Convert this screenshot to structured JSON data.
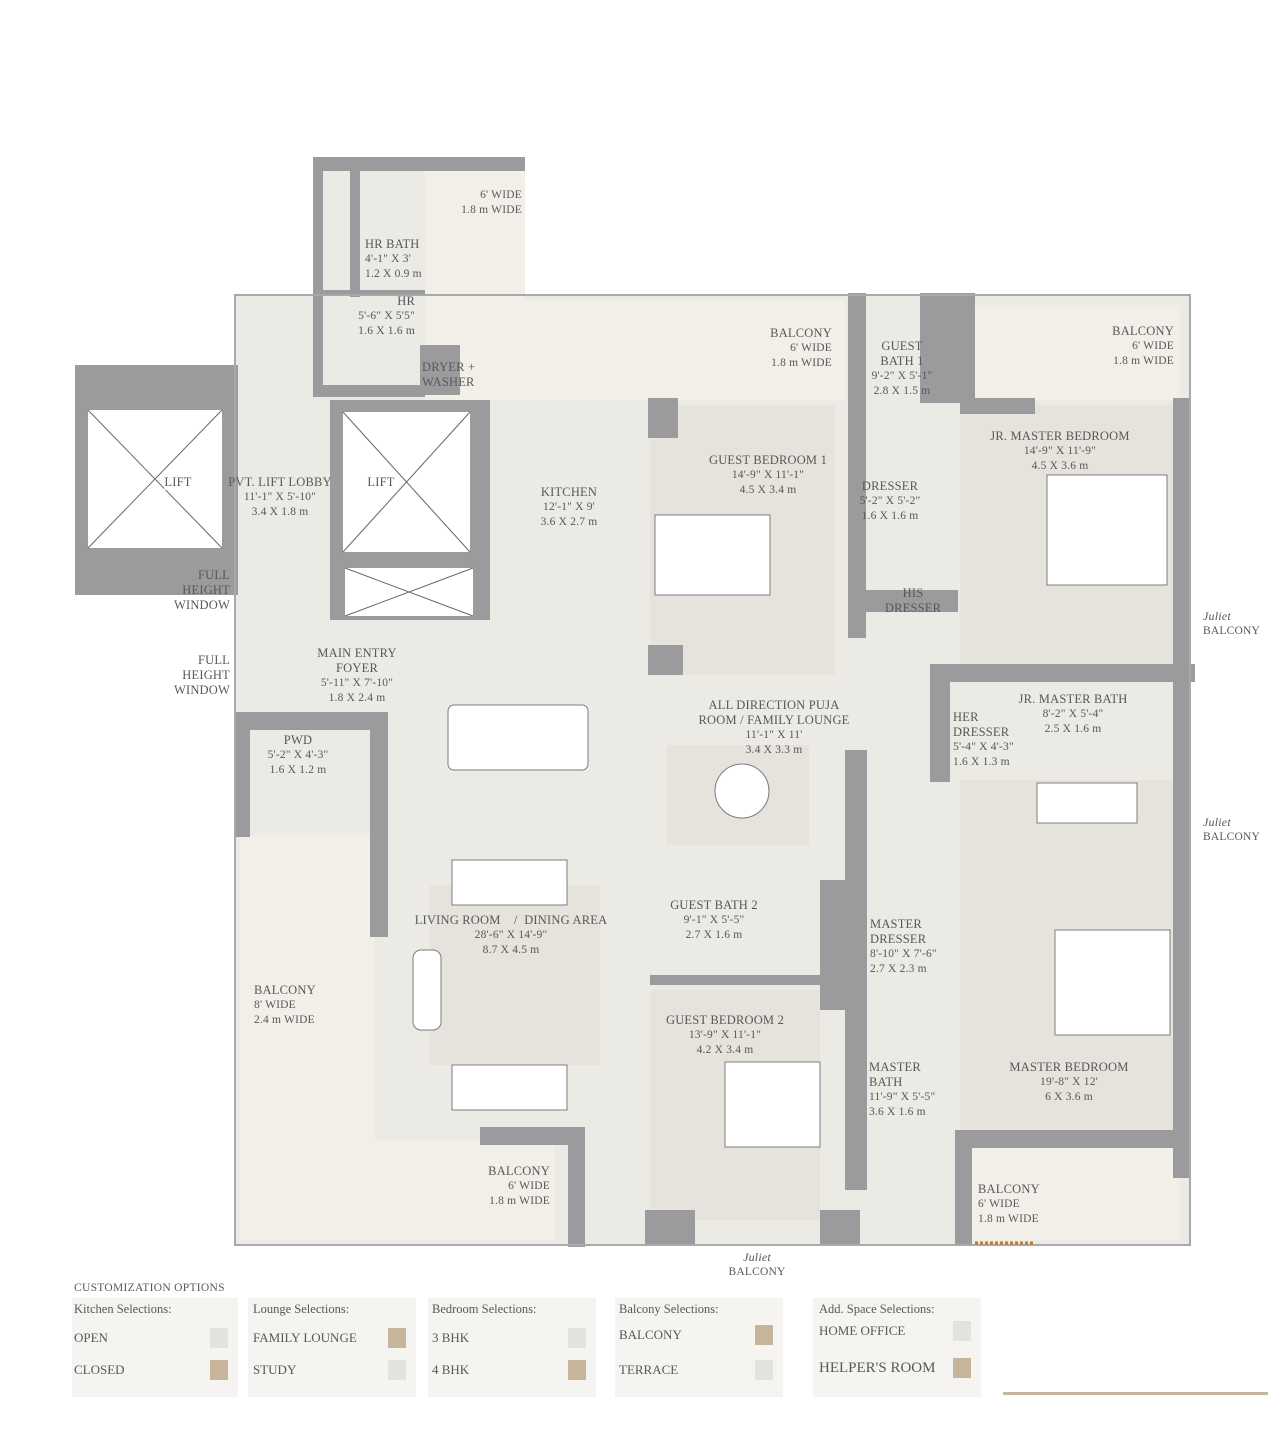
{
  "colors": {
    "wall": "#9b9a9c",
    "floor": "#eceae5",
    "balcony": "#f2efe9",
    "selected": "#c7b59b",
    "unselected": "#e3e2e0",
    "wood": "#e3d8cc"
  },
  "rooms": {
    "hr_bath": {
      "name": "HR BATH",
      "imperial": "4'-1\" X 3'",
      "metric": "1.2 X 0.9 m"
    },
    "hr": {
      "name": "HR",
      "imperial": "5'-6\" X 5'5\"",
      "metric": "1.6 X 1.6 m"
    },
    "dryer": {
      "line1": "DRYER +",
      "line2": "WASHER"
    },
    "utility_balcony": {
      "line1": "6' WIDE",
      "line2": "1.8 m WIDE"
    },
    "balcony_top": {
      "name": "BALCONY",
      "line1": "6' WIDE",
      "line2": "1.8 m WIDE"
    },
    "guest_bath_1": {
      "line1": "GUEST",
      "line2": "BATH 1",
      "imperial": "9'-2\" X 5'-1\"",
      "metric": "2.8 X 1.5 m"
    },
    "balcony_top_right": {
      "name": "BALCONY",
      "line1": "6' WIDE",
      "line2": "1.8 m WIDE"
    },
    "lift_left": {
      "name": "LIFT"
    },
    "lift_right": {
      "name": "LIFT"
    },
    "lift_lobby": {
      "name": "PVT. LIFT LOBBY",
      "imperial": "11'-1\" X 5'-10\"",
      "metric": "3.4 X 1.8 m"
    },
    "kitchen": {
      "name": "KITCHEN",
      "imperial": "12'-1\" X 9'",
      "metric": "3.6 X 2.7 m"
    },
    "guest_bedroom_1": {
      "name": "GUEST BEDROOM 1",
      "imperial": "14'-9\" X 11'-1\"",
      "metric": "4.5 X 3.4 m"
    },
    "jr_master_bedroom": {
      "name": "JR. MASTER BEDROOM",
      "imperial": "14'-9\" X 11'-9\"",
      "metric": "4.5 X 3.6 m"
    },
    "dresser": {
      "name": "DRESSER",
      "imperial": "5'-2\" X 5'-2\"",
      "metric": "1.6 X 1.6 m"
    },
    "his_dresser": {
      "line1": "HIS",
      "line2": "DRESSER"
    },
    "window_1": {
      "line1": "FULL",
      "line2": "HEIGHT",
      "line3": "WINDOW"
    },
    "window_2": {
      "line1": "FULL",
      "line2": "HEIGHT",
      "line3": "WINDOW"
    },
    "foyer": {
      "line1": "MAIN ENTRY",
      "line2": "FOYER",
      "imperial": "5'-11\" X 7'-10\"",
      "metric": "1.8 X 2.4 m"
    },
    "puja": {
      "line1": "ALL DIRECTION PUJA",
      "line2": "ROOM / FAMILY LOUNGE",
      "imperial": "11'-1\" X 11'",
      "metric": "3.4 X 3.3 m"
    },
    "her_dresser": {
      "line1": "HER",
      "line2": "DRESSER",
      "imperial": "5'-4\" X 4'-3\"",
      "metric": "1.6 X 1.3 m"
    },
    "jr_master_bath": {
      "name": "JR. MASTER BATH",
      "imperial": "8'-2\" X 5'-4\"",
      "metric": "2.5 X 1.6 m"
    },
    "juliet_1": {
      "script": "Juliet",
      "name": "BALCONY"
    },
    "juliet_2": {
      "script": "Juliet",
      "name": "BALCONY"
    },
    "juliet_3": {
      "script": "Juliet",
      "name": "BALCONY"
    },
    "pwd": {
      "name": "PWD",
      "imperial": "5'-2\" X 4'-3\"",
      "metric": "1.6 X 1.2 m"
    },
    "living": {
      "name": "LIVING ROOM    /  DINING AREA",
      "imperial": "28'-6\" X 14'-9\"",
      "metric": "8.7 X 4.5 m"
    },
    "balcony_left": {
      "name": "BALCONY",
      "line1": "8' WIDE",
      "line2": "2.4 m WIDE"
    },
    "guest_bath_2": {
      "name": "GUEST BATH 2",
      "imperial": "9'-1\" X 5'-5\"",
      "metric": "2.7 X 1.6 m"
    },
    "master_dresser": {
      "line1": "MASTER",
      "line2": "DRESSER",
      "imperial": "8'-10\" X 7'-6\"",
      "metric": "2.7 X 2.3 m"
    },
    "guest_bedroom_2": {
      "name": "GUEST BEDROOM 2",
      "imperial": "13'-9\" X 11'-1\"",
      "metric": "4.2 X 3.4 m"
    },
    "master_bath": {
      "line1": "MASTER",
      "line2": "BATH",
      "imperial": "11'-9\" X 5'-5\"",
      "metric": "3.6 X 1.6 m"
    },
    "master_bedroom": {
      "name": "MASTER BEDROOM",
      "imperial": "19'-8\" X 12'",
      "metric": "6 X 3.6 m"
    },
    "balcony_bottom": {
      "name": "BALCONY",
      "line1": "6' WIDE",
      "line2": "1.8 m WIDE"
    },
    "balcony_bottom_right": {
      "name": "BALCONY",
      "line1": "6' WIDE",
      "line2": "1.8 m WIDE"
    }
  },
  "customization": {
    "title": "CUSTOMIZATION OPTIONS",
    "groups": [
      {
        "heading": "Kitchen Selections:",
        "options": [
          {
            "label": "OPEN",
            "selected": false
          },
          {
            "label": "CLOSED",
            "selected": true
          }
        ]
      },
      {
        "heading": "Lounge Selections:",
        "options": [
          {
            "label": "FAMILY LOUNGE",
            "selected": true
          },
          {
            "label": "STUDY",
            "selected": false
          }
        ]
      },
      {
        "heading": "Bedroom Selections:",
        "options": [
          {
            "label": "3 BHK",
            "selected": false
          },
          {
            "label": "4 BHK",
            "selected": true
          }
        ]
      },
      {
        "heading": "Balcony Selections:",
        "options": [
          {
            "label": "BALCONY",
            "selected": true
          },
          {
            "label": "TERRACE",
            "selected": false
          }
        ]
      },
      {
        "heading": "Add. Space Selections:",
        "options": [
          {
            "label": "HOME OFFICE",
            "selected": false
          },
          {
            "label": "HELPER'S ROOM",
            "selected": true
          }
        ]
      }
    ]
  }
}
